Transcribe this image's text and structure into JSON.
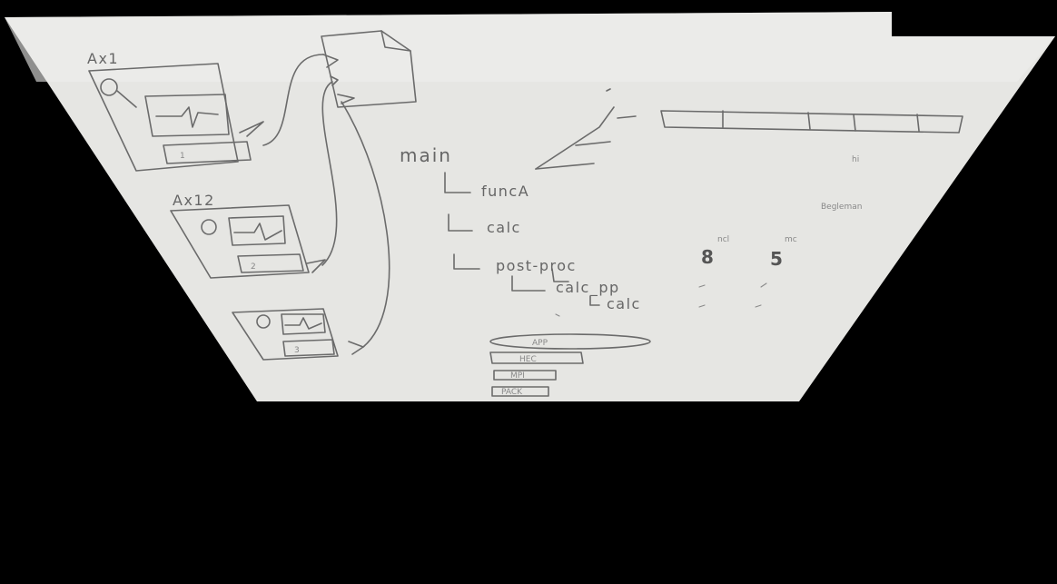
{
  "photo": {
    "subject": "whiteboard-sketch",
    "colors": {
      "background": "#000000",
      "board": "#e6e6e3",
      "ink": "#6b6b6b"
    }
  },
  "sketch": {
    "boxes": [
      {
        "label": "Ax1",
        "digit": "1"
      },
      {
        "label": "Ax12",
        "digit": "2"
      },
      {
        "label": "",
        "digit": "3"
      }
    ],
    "tree": {
      "root": "main",
      "items": [
        "funcA",
        "calc",
        "post-proc"
      ],
      "subitems": [
        "calc_pp",
        "calc"
      ]
    },
    "stack": [
      "APP",
      "HEC",
      "MPI",
      "PACK"
    ],
    "numbers": [
      "8",
      "5"
    ],
    "small_notes": [
      "ncl",
      "mc",
      "hi",
      "Begleman"
    ]
  }
}
